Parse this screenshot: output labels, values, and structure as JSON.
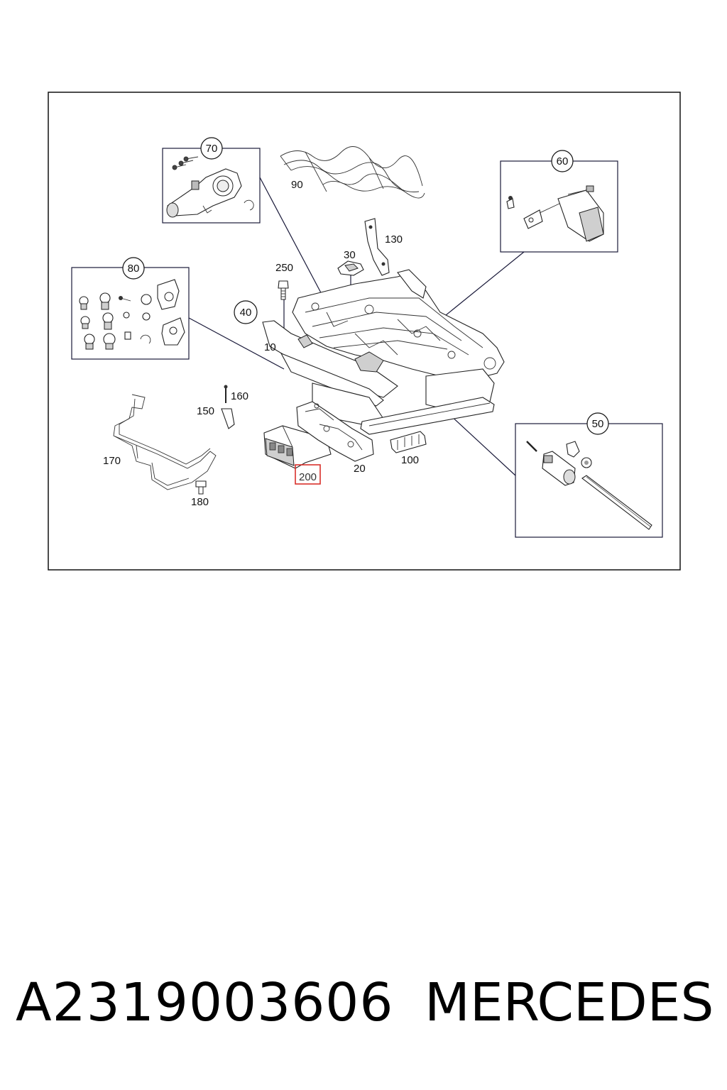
{
  "diagram": {
    "callouts": {
      "c70": "70",
      "c60": "60",
      "c80": "80",
      "c40": "40",
      "c50": "50"
    },
    "labels": {
      "l90": "90",
      "l130": "130",
      "l30": "30",
      "l250": "250",
      "l10": "10",
      "l160": "160",
      "l150": "150",
      "l170": "170",
      "l180": "180",
      "l20": "20",
      "l100": "100",
      "l200": "200"
    },
    "highlight_color": "#d9302b"
  },
  "footer": {
    "part_number": "A2319003606",
    "brand": "MERCEDES"
  }
}
